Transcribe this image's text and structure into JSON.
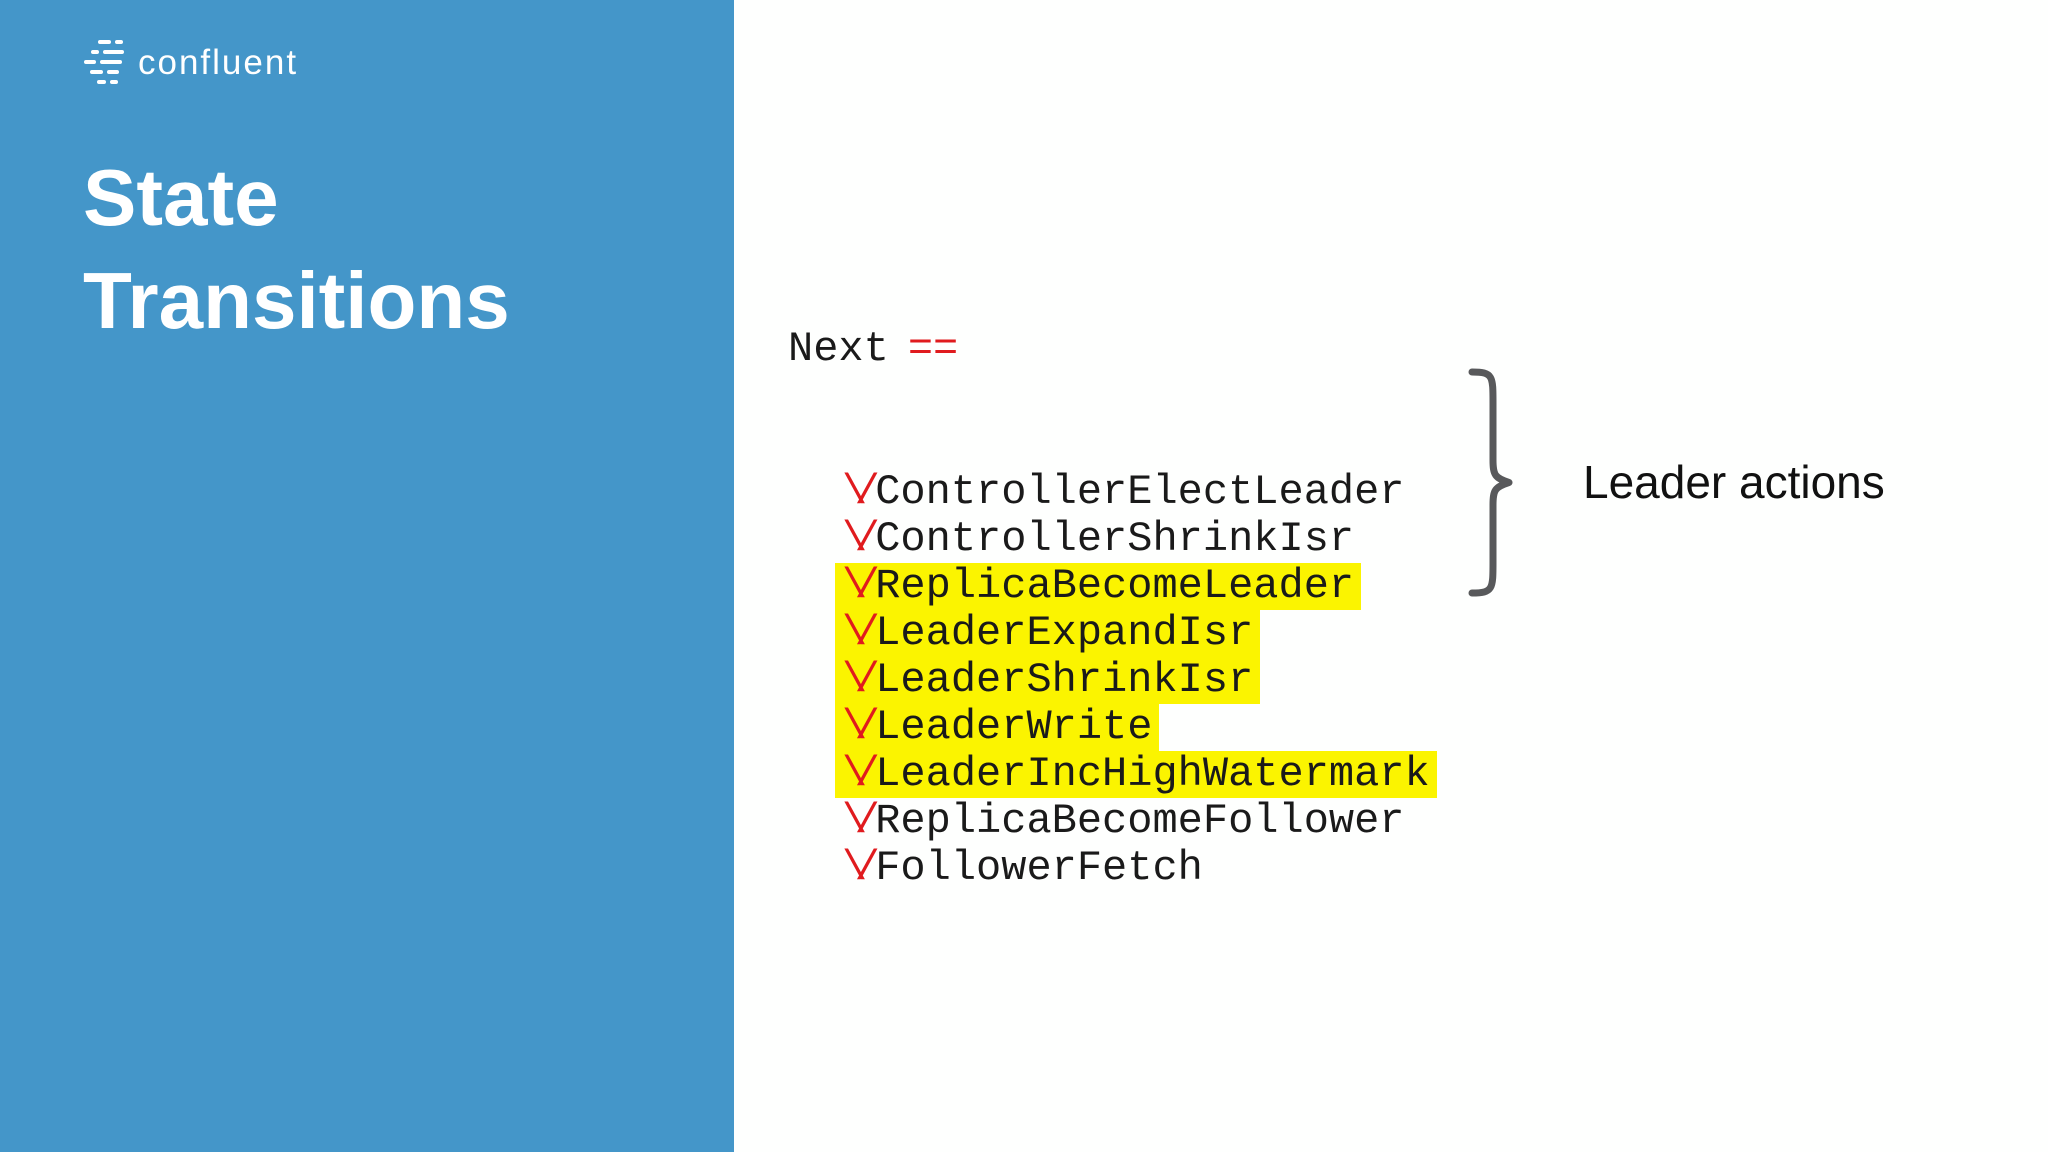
{
  "sidebar": {
    "background_color": "#4496C9",
    "logo": {
      "text": "confluent",
      "icon": "confluent-dashes-icon",
      "color": "#FFFFFF"
    },
    "title": {
      "line1": "State",
      "line2": "Transitions"
    }
  },
  "code_panel": {
    "header": {
      "keyword": "Next",
      "operator": "=="
    },
    "bullet_glyph": "\\/",
    "lines": [
      {
        "name": "ControllerElectLeader",
        "highlighted": false
      },
      {
        "name": "ControllerShrinkIsr",
        "highlighted": false
      },
      {
        "name": "ReplicaBecomeLeader",
        "highlighted": true
      },
      {
        "name": "LeaderExpandIsr",
        "highlighted": true
      },
      {
        "name": "LeaderShrinkIsr",
        "highlighted": true
      },
      {
        "name": "LeaderWrite",
        "highlighted": true
      },
      {
        "name": "LeaderIncHighWatermark",
        "highlighted": true
      },
      {
        "name": "ReplicaBecomeFollower",
        "highlighted": false
      },
      {
        "name": "FollowerFetch",
        "highlighted": false
      }
    ],
    "colors": {
      "text": "#1A1A1A",
      "accent_red": "#E01B1E",
      "highlight_yellow": "#FBF400"
    }
  },
  "annotation": {
    "label": "Leader actions",
    "brace_color": "#58595B"
  }
}
